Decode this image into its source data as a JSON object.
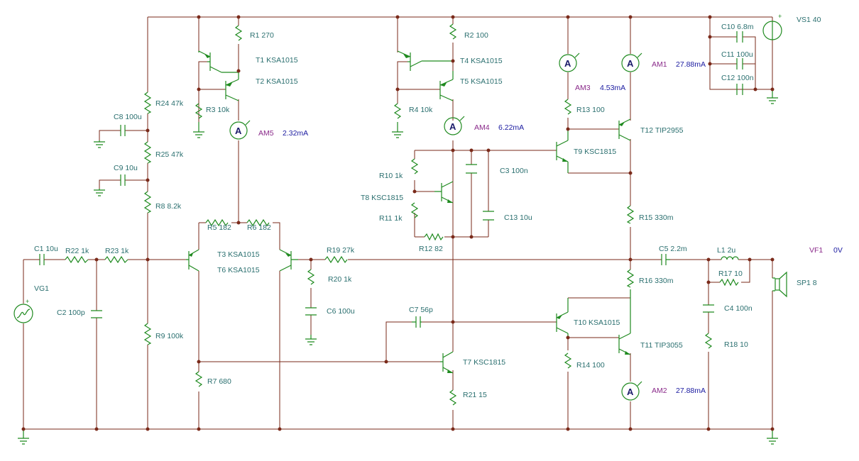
{
  "labels": {
    "R1": "R1 270",
    "R2": "R2 100",
    "R3": "R3 10k",
    "R4": "R4 10k",
    "R5": "R5 182",
    "R6": "R6 182",
    "R7": "R7 680",
    "R8": "R8 8.2k",
    "R9": "R9 100k",
    "R10": "R10 1k",
    "R11": "R11 1k",
    "R12": "R12 82",
    "R13": "R13 100",
    "R14": "R14 100",
    "R15": "R15 330m",
    "R16": "R16 330m",
    "R17": "R17 10",
    "R18": "R18 10",
    "R19": "R19 27k",
    "R20": "R20 1k",
    "R21": "R21 15",
    "R22": "R22 1k",
    "R23": "R23 1k",
    "R24": "R24 47k",
    "R25": "R25 47k",
    "C1": "C1 10u",
    "C2": "C2 100p",
    "C3": "C3 100n",
    "C4": "C4 100n",
    "C5": "C5 2.2m",
    "C6": "C6 100u",
    "C7": "C7 56p",
    "C8": "C8 100u",
    "C9": "C9 10u",
    "C10": "C10 6.8m",
    "C11": "C11 100u",
    "C12": "C12 100n",
    "C13": "C13 10u",
    "T1": "T1 KSA1015",
    "T2": "T2 KSA1015",
    "T3": "T3 KSA1015",
    "T4": "T4 KSA1015",
    "T5": "T5 KSA1015",
    "T6": "T6 KSA1015",
    "T7": "T7 KSC1815",
    "T8": "T8 KSC1815",
    "T9": "T9 KSC1815",
    "T10": "T10 KSA1015",
    "T11": "T11 TIP3055",
    "T12": "T12 TIP2955",
    "L1": "L1 2u",
    "SP1": "SP1 8",
    "VG1": "VG1",
    "VS1": "VS1 40"
  },
  "meters": {
    "AM1": {
      "name": "AM1",
      "value": "27.88mA"
    },
    "AM2": {
      "name": "AM2",
      "value": "27.88mA"
    },
    "AM3": {
      "name": "AM3",
      "value": "4.53mA"
    },
    "AM4": {
      "name": "AM4",
      "value": "6.22mA"
    },
    "AM5": {
      "name": "AM5",
      "value": "2.32mA"
    }
  },
  "voltmeter": {
    "name": "VF1",
    "value": "0V"
  },
  "symbols": {
    "ammeter_glyph": "A",
    "polarity_plus": "+"
  }
}
